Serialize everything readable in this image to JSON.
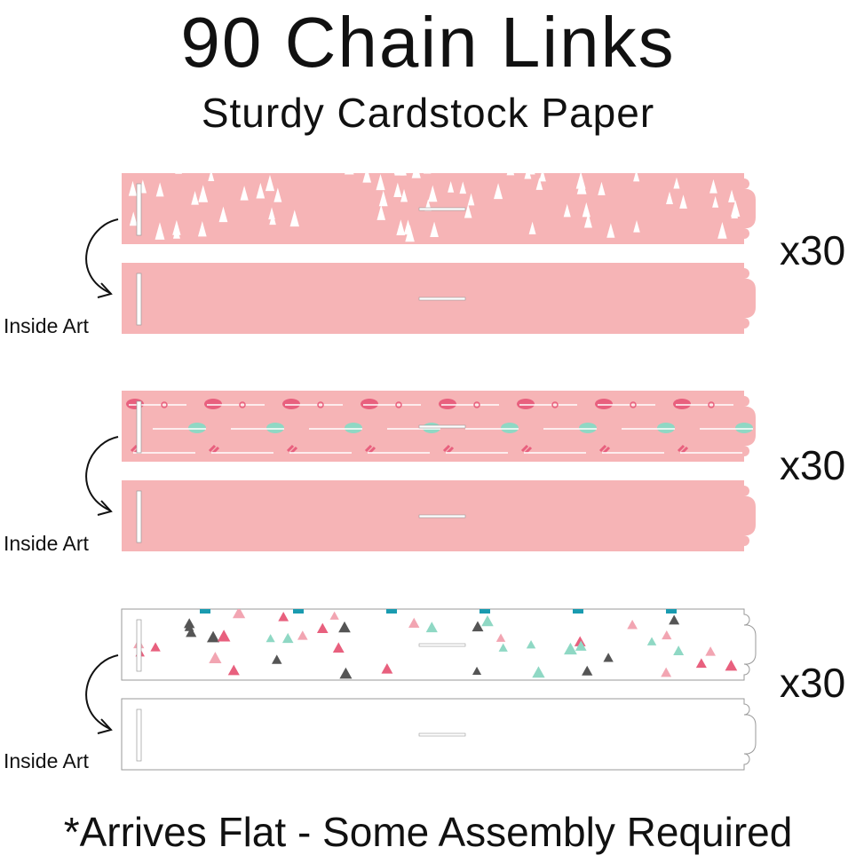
{
  "title": "90 Chain Links",
  "subtitle": "Sturdy Cardstock Paper",
  "groups": [
    {
      "quantity": "x30",
      "inside_label": "Inside Art",
      "pattern": "white-triangles",
      "color": "#f6b4b6"
    },
    {
      "quantity": "x30",
      "inside_label": "Inside Art",
      "pattern": "arrows-feathers",
      "color": "#f6b4b6"
    },
    {
      "quantity": "x30",
      "inside_label": "Inside Art",
      "pattern": "confetti-triangles",
      "color": "#ffffff"
    }
  ],
  "colors": {
    "pink": "#f6b4b6",
    "hot_pink": "#e8607e",
    "mint": "#8fd8c4",
    "gray": "#555555",
    "teal": "#1a9bb0"
  },
  "footer": "*Arrives Flat - Some Assembly Required"
}
